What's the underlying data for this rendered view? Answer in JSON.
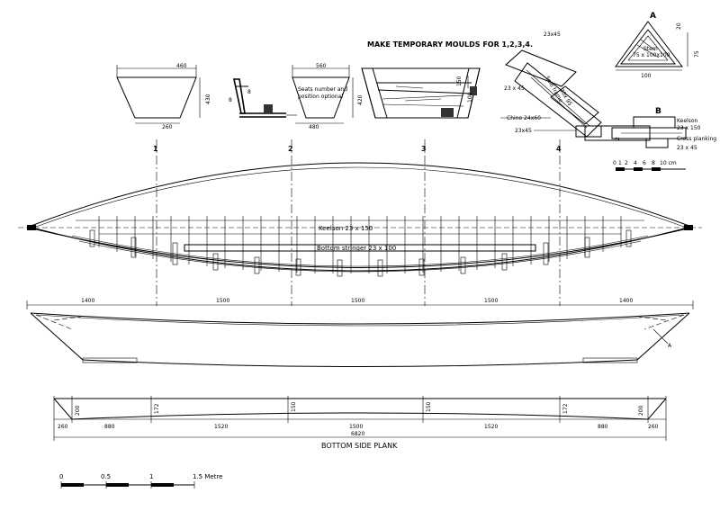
{
  "notes": {
    "moulds_heading": "MAKE TEMPORARY MOULDS FOR 1,2,3,4.",
    "seats_note_1": "Seats number and",
    "seats_note_2": "position optional",
    "bottom_side_plank": "BOTTOM  SIDE  PLANK"
  },
  "stations": [
    "1",
    "2",
    "3",
    "4"
  ],
  "mould1": {
    "top": "460",
    "bottom": "260",
    "height": "430"
  },
  "mould2": {
    "t1": "8",
    "t2": "8",
    "bottom": "480",
    "height": "420"
  },
  "mould3": {
    "top": "560",
    "height": "150",
    "side": "100"
  },
  "mould4": {
    "top": "23x45",
    "left": "23 x 45",
    "sheer": "Sole frame",
    "dim": "30x 95",
    "chine": "Chine 24x60",
    "bottom": "23x45",
    "angle": "2"
  },
  "detail_a": {
    "label": "A",
    "stem_label": "Stem",
    "stem_dim": "75 x 100x100",
    "top": "20",
    "width": "100",
    "side": "75"
  },
  "detail_b": {
    "label": "B",
    "keelson_label": "Keelson",
    "keelson_dim": "23 x 150",
    "cross": "Cross planking",
    "bottom": "23 x 45"
  },
  "scale_cm": {
    "ticks": [
      "0",
      "1",
      "2",
      "4",
      "6",
      "8",
      "10 cm"
    ]
  },
  "plan": {
    "keelson_label": "Keelson  23 x 150",
    "stringer_label": "Bottom  stringer  23 x 100",
    "spacing": [
      "1400",
      "1500",
      "1500",
      "1500",
      "1400"
    ],
    "detail_marker": "A"
  },
  "plank": {
    "end_heights": [
      "200",
      "172",
      "150",
      "150",
      "172",
      "200"
    ],
    "segments": [
      "260",
      "880",
      "1520",
      "1500",
      "1520",
      "880",
      "260"
    ],
    "overall": "6820"
  },
  "scale_m": {
    "ticks": [
      "0",
      "0.5",
      "1",
      "1.5  Metre"
    ]
  }
}
